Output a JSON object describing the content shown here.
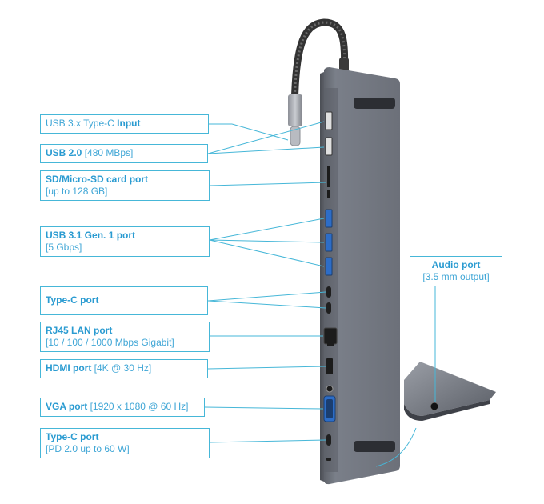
{
  "colors": {
    "accent": "#2a9bd1",
    "line": "#46b7d8",
    "device_body": "#6d717a",
    "device_face": "#808590",
    "port_blue": "#2d6dc7"
  },
  "labels": [
    {
      "id": "usbc-input",
      "parts": [
        {
          "text": "USB 3.x Type-C ",
          "bold": false
        },
        {
          "text": "Input",
          "bold": true
        }
      ]
    },
    {
      "id": "usb2",
      "parts": [
        {
          "text": "USB 2.0 ",
          "bold": true
        },
        {
          "text": "[480 MBps]",
          "bold": false
        }
      ]
    },
    {
      "id": "sd",
      "parts": [
        {
          "text": "SD/Micro-SD card port",
          "bold": true
        },
        {
          "text": "[up to 128 GB]",
          "bold": false,
          "newline": true
        }
      ]
    },
    {
      "id": "usb31",
      "parts": [
        {
          "text": "USB 3.1 Gen. 1 port",
          "bold": true
        },
        {
          "text": "[5 Gbps]",
          "bold": false,
          "newline": true
        }
      ]
    },
    {
      "id": "typec",
      "parts": [
        {
          "text": "Type-C port",
          "bold": true
        }
      ]
    },
    {
      "id": "rj45",
      "parts": [
        {
          "text": "RJ45 LAN port",
          "bold": true
        },
        {
          "text": "[10 / 100 / 1000 Mbps Gigabit]",
          "bold": false,
          "newline": true
        }
      ]
    },
    {
      "id": "hdmi",
      "parts": [
        {
          "text": "HDMI port ",
          "bold": true
        },
        {
          "text": "[4K @ 30 Hz]",
          "bold": false
        }
      ]
    },
    {
      "id": "vga",
      "parts": [
        {
          "text": "VGA port ",
          "bold": true
        },
        {
          "text": "[1920 x 1080 @ 60 Hz]",
          "bold": false
        }
      ]
    },
    {
      "id": "typec-pd",
      "parts": [
        {
          "text": "Type-C port",
          "bold": true
        },
        {
          "text": "[PD 2.0 up to 60 W]",
          "bold": false,
          "newline": true
        }
      ]
    },
    {
      "id": "audio",
      "parts": [
        {
          "text": "Audio port",
          "bold": true
        },
        {
          "text": "[3.5 mm output]",
          "bold": false,
          "newline": true
        }
      ]
    }
  ]
}
